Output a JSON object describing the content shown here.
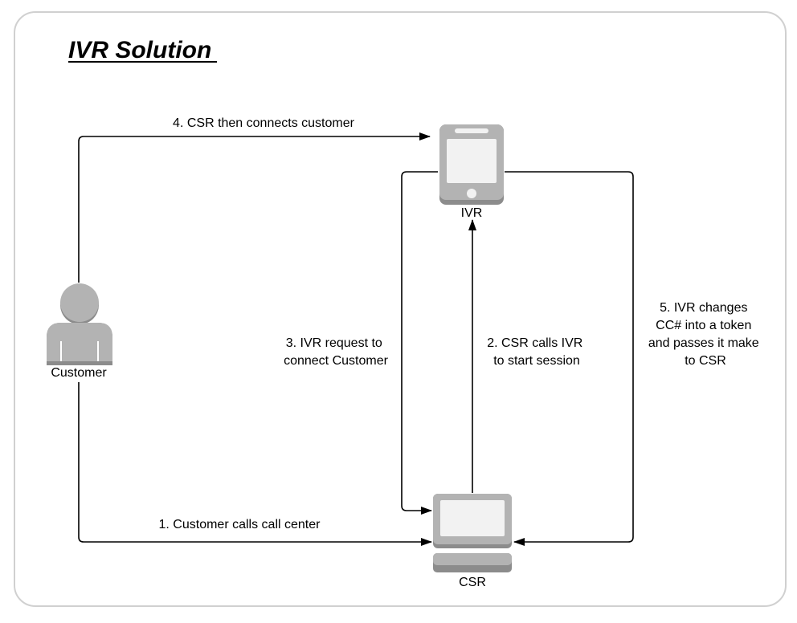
{
  "title": "IVR Solution",
  "nodes": {
    "ivr": {
      "label": "IVR",
      "icon": "mobile-phone-icon"
    },
    "customer": {
      "label": "Customer",
      "icon": "person-icon"
    },
    "csr": {
      "label": "CSR",
      "icon": "desktop-computer-icon"
    }
  },
  "edges": {
    "step1": {
      "text": "1. Customer calls call center"
    },
    "step2": {
      "lines": [
        "2. CSR calls IVR",
        "to start session"
      ]
    },
    "step3": {
      "lines": [
        "3. IVR request to",
        "connect Customer"
      ]
    },
    "step4": {
      "text": "4. CSR then connects customer"
    },
    "step5": {
      "lines": [
        "5. IVR changes",
        "CC# into a token",
        "and passes it make",
        "to CSR"
      ]
    }
  },
  "colors": {
    "frame": "#d0d0d0",
    "icon_fill": "#b3b3b3",
    "icon_shade": "#8c8c8c",
    "screen": "#f2f2f2",
    "line": "#000000"
  }
}
